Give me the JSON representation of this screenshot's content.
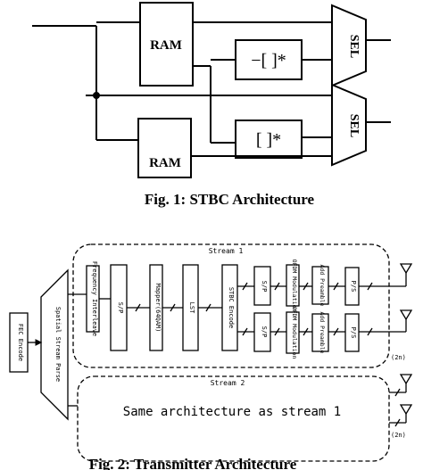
{
  "fig1": {
    "ram_top": "RAM",
    "ram_bottom": "RAM",
    "neg_conj": "−[ ]*",
    "conj": "[ ]*",
    "sel_top": "SEL",
    "sel_bottom": "SEL",
    "caption": "Fig. 1: STBC Architecture"
  },
  "fig2": {
    "fec": "FEC Encode",
    "parser": "Spatial Stream Parse",
    "stream1_title": "Stream 1",
    "stream2_title": "Stream 2",
    "freq_interleave": "Frequency Interleave",
    "sp": "S/P",
    "mapper": "Mapper(64QAM)",
    "lst": "LST",
    "stbc": "STBC Encode",
    "ofdm": "OFDM Modulation",
    "preamble": "Add Preamble",
    "ps": "P/S",
    "multiplicity_1": "(2n)",
    "multiplicity_2": "(2n)",
    "same_arch": "Same architecture as stream 1",
    "caption": "Fig. 2: Transmitter Architecture"
  }
}
